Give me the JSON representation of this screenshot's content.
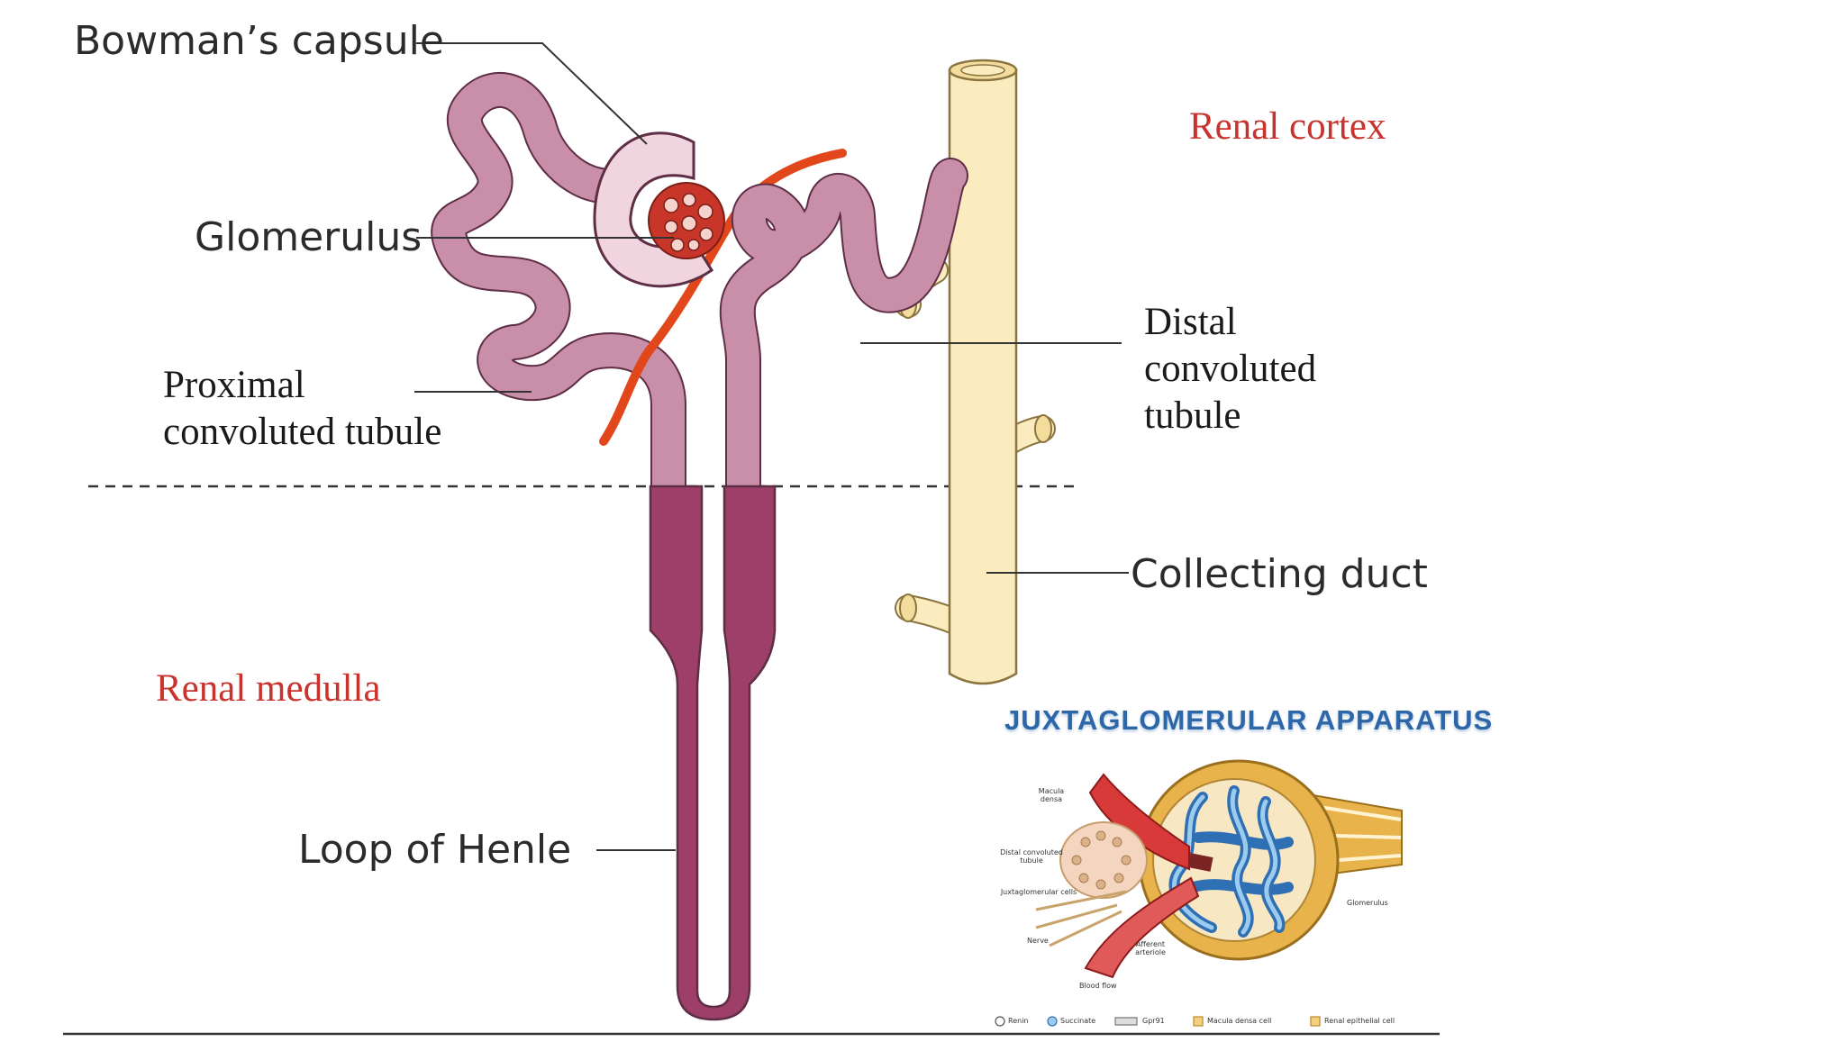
{
  "labels": {
    "bowmans_capsule": "Bowman’s capsule",
    "glomerulus": "Glomerulus",
    "proximal_tubule_line1": "Proximal",
    "proximal_tubule_line2": "convoluted tubule",
    "renal_cortex": "Renal cortex",
    "distal_tubule_line1": "Distal",
    "distal_tubule_line2": "convoluted",
    "distal_tubule_line3": "tubule",
    "collecting_duct": "Collecting duct",
    "renal_medulla": "Renal medulla",
    "loop_of_henle": "Loop of Henle"
  },
  "inset": {
    "title": "JUXTAGLOMERULAR APPARATUS",
    "labels": {
      "macula_densa": "Macula densa",
      "distal_convoluted_tubule": "Distal convoluted tubule",
      "juxtaglomerular_cells": "Juxtaglomerular cells",
      "nerve": "Nerve",
      "afferent_arteriole": "Afferent arteriole",
      "blood_flow": "Blood flow",
      "glomerulus": "Glomerulus"
    },
    "legend": {
      "renin": "Renin",
      "succinate": "Succinate",
      "gpr91": "Gpr91",
      "macula_densa_cell": "Macula densa cell",
      "renal_epithelial_cell": "Renal epithelial cell"
    }
  },
  "colors": {
    "tubule": "#c98ea8",
    "tubule_dark": "#9e3f6a",
    "capsule": "#f0d5df",
    "vessel": "#e2471c",
    "duct": "#fbecbf",
    "region_label": "#c8332d",
    "inset_title": "#2e67a8"
  }
}
